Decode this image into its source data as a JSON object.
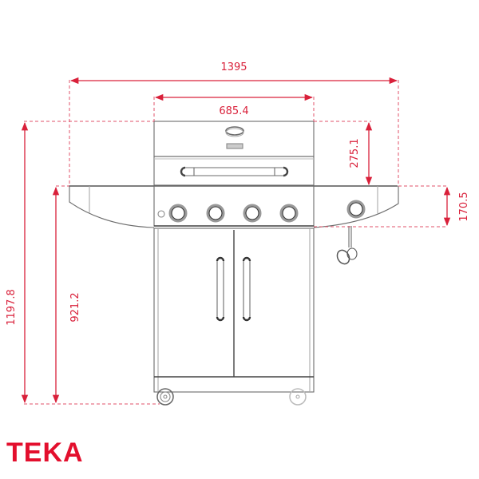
{
  "diagram": {
    "subject": "Gas barbecue grill front elevation",
    "units": "mm",
    "dimension_color": "#d9203a",
    "line_color": "#6b6b6b",
    "dimensions": {
      "overall_width": "1395",
      "hood_width": "685.4",
      "hood_height": "275.1",
      "side_shelf_height": "170.5",
      "overall_height": "1197.8",
      "shelf_top_height": "921.2"
    },
    "components": {
      "burner_knobs": 4,
      "side_burner_knobs": 1,
      "doors": 2,
      "door_handles": 2,
      "wheels": 2,
      "igniter_button": 1,
      "gas_regulator": 1,
      "thermometer": 1
    }
  },
  "brand": {
    "logo_text": "TEKA",
    "logo_color": "#e30f2d"
  }
}
